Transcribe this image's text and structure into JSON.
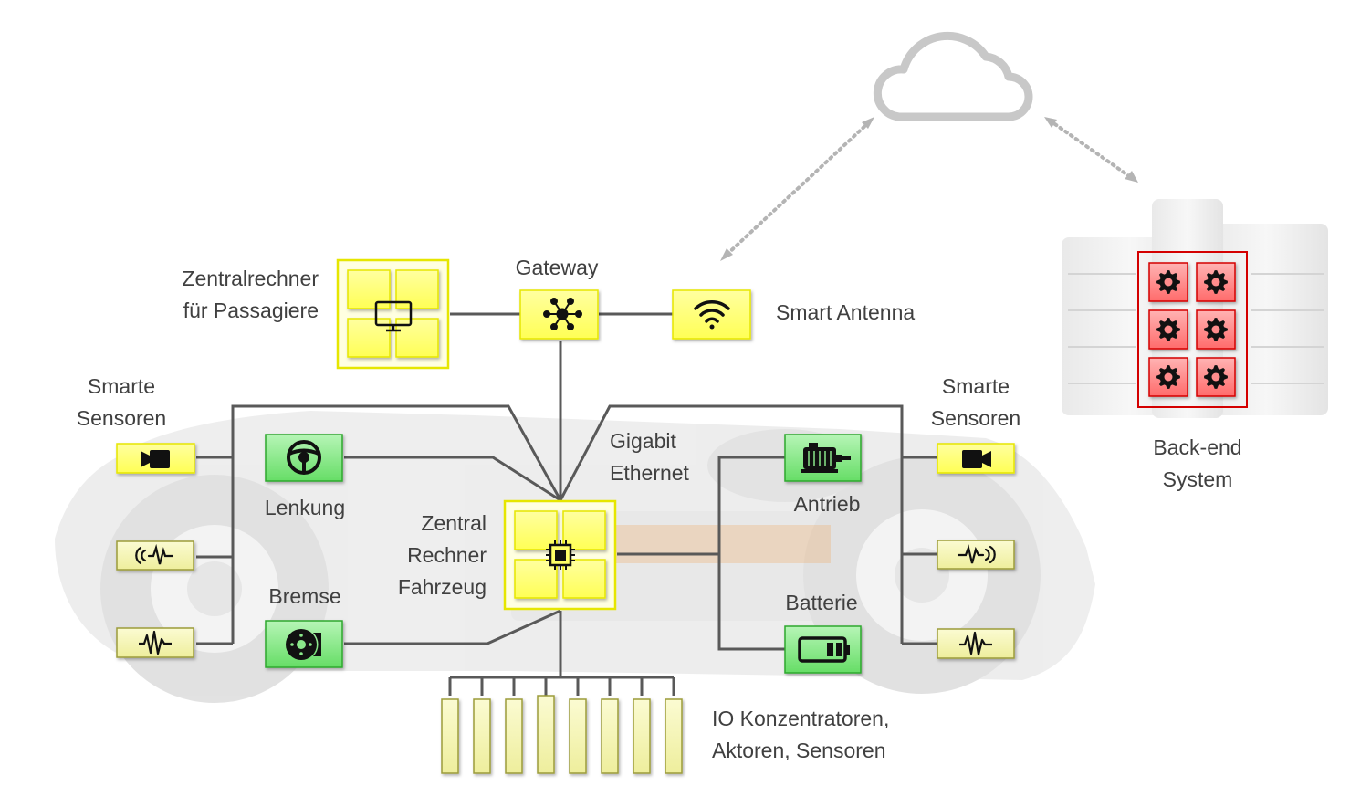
{
  "labels": {
    "zentralrechner_passagiere": [
      "Zentralrechner",
      "für Passagiere"
    ],
    "gateway": "Gateway",
    "smart_antenna": "Smart Antenna",
    "smarte_sensoren_left": [
      "Smarte",
      "Sensoren"
    ],
    "smarte_sensoren_right": [
      "Smarte",
      "Sensoren"
    ],
    "gigabit_ethernet": [
      "Gigabit",
      "Ethernet"
    ],
    "lenkung": "Lenkung",
    "antrieb": "Antrieb",
    "zentral_rechner_fahrzeug": [
      "Zentral",
      "Rechner",
      "Fahrzeug"
    ],
    "bremse": "Bremse",
    "batterie": "Batterie",
    "io_konzentratoren": [
      "IO Konzentratoren,",
      "Aktoren, Sensoren"
    ],
    "backend_system": [
      "Back-end",
      "System"
    ]
  },
  "colors": {
    "yellow_fill": "#ffff66",
    "yellow_stroke": "#e6e600",
    "light_yellow_fill": "#f5f5b8",
    "light_yellow_stroke": "#9c9c3a",
    "green_fill": "#8ae88a",
    "green_stroke": "#2fa82f",
    "red_fill": "#ff8c8c",
    "red_stroke": "#d40000",
    "line": "#595959",
    "cloud": "#c8c8c8",
    "text": "#404040"
  },
  "icons": {
    "passenger_computer": "monitor-icon",
    "gateway": "network-hub-icon",
    "antenna": "wifi-icon",
    "vehicle_computer": "chip-icon",
    "steering": "steering-wheel-icon",
    "brake": "brake-disc-icon",
    "drive": "electric-motor-icon",
    "battery": "battery-icon",
    "camera_sensor": "camera-icon",
    "radar_sensor": "radar-wave-icon",
    "signal_sensor": "signal-pulse-icon",
    "backend": "gear-icon",
    "cloud": "cloud-icon"
  }
}
